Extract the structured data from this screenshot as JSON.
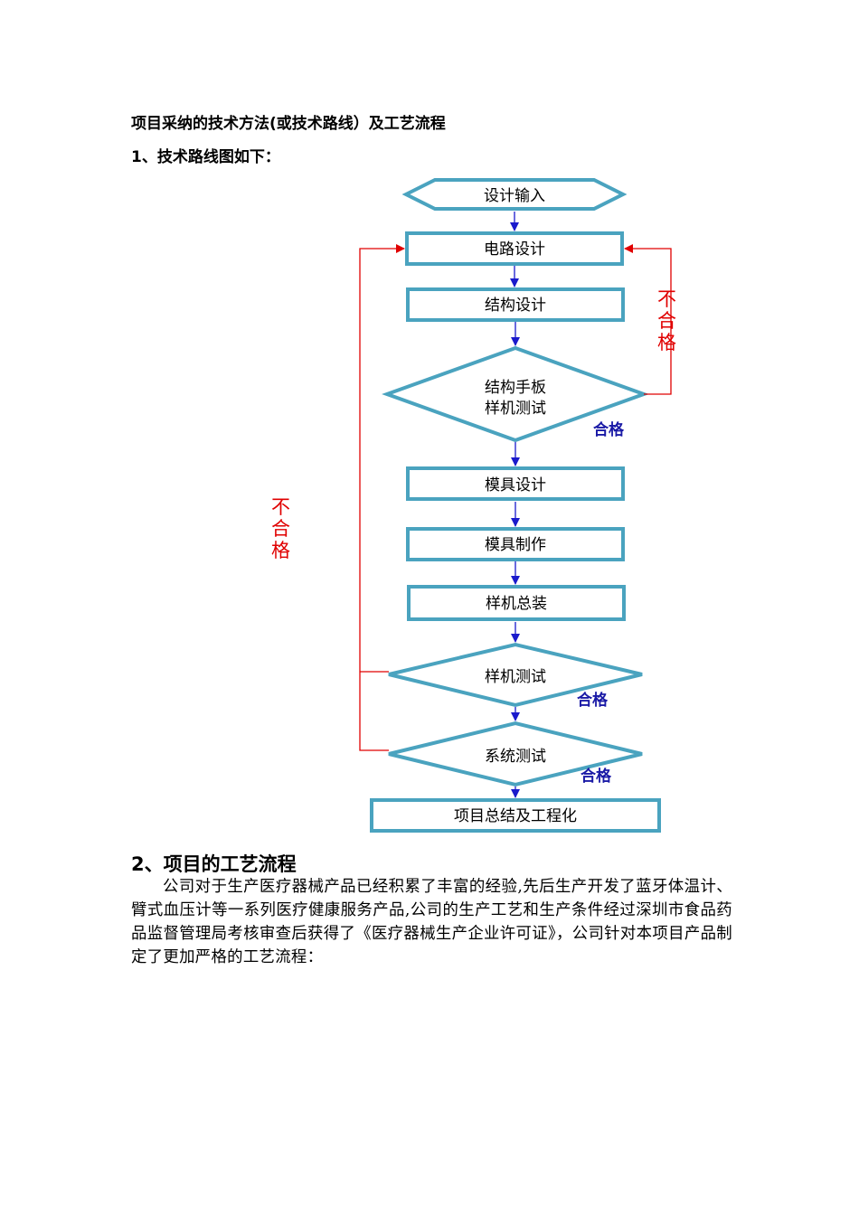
{
  "document": {
    "title": "项目采纳的技术方法(或技术路线）及工艺流程",
    "section1_heading": "1、技术路线图如下：",
    "section2_heading": "2、项目的工艺流程",
    "section2_paragraph": "公司对于生产医疗器械产品已经积累了丰富的经验,先后生产开发了蓝牙体温计、臂式血压计等一系列医疗健康服务产品,公司的生产工艺和生产条件经过深圳市食品药品监督管理局考核审查后获得了《医疗器械生产企业许可证》，公司针对本项目产品制定了更加严格的工艺流程："
  },
  "flowchart": {
    "nodes": {
      "design_input": "设计输入",
      "circuit_design": "电路设计",
      "structure_design": "结构设计",
      "prototype_test_line1": "结构手板",
      "prototype_test_line2": "样机测试",
      "mold_design": "模具设计",
      "mold_making": "模具制作",
      "assembly": "样机总装",
      "sample_test": "样机测试",
      "system_test": "系统测试",
      "summary": "项目总结及工程化"
    },
    "labels": {
      "pass": "合格",
      "fail_chars": [
        "不",
        "合",
        "格"
      ]
    },
    "colors": {
      "node_border": "#4aa3bf",
      "flow_arrow": "#1a1acc",
      "fail_line": "#e00000",
      "pass_text": "#1a1aa6"
    }
  }
}
